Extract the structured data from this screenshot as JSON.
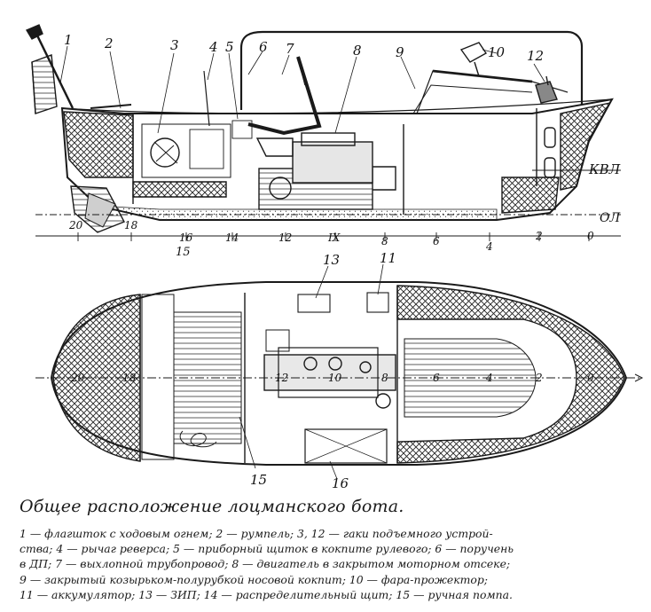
{
  "figure": {
    "callouts_side": [
      "1",
      "2",
      "3",
      "4",
      "5",
      "6",
      "7",
      "8",
      "9",
      "10",
      "12"
    ],
    "callouts_plan": [
      "13",
      "11",
      "15",
      "16"
    ],
    "frames_side": [
      "20",
      "18",
      "16",
      "14",
      "12",
      "IX",
      "8",
      "6",
      "4",
      "2",
      "0"
    ],
    "frames_plan": [
      "20",
      "18",
      "12",
      "10",
      "8",
      "6",
      "4",
      "2",
      "0"
    ],
    "waterline_label": "КВЛ",
    "baseline_label": "ОЛ",
    "stray_mark": "15"
  },
  "caption": {
    "title": "Общее расположение лоцманского бота.",
    "legend_lines": [
      "1 — флагшток с ходовым огнем; 2 — румпель; 3, 12 — гаки подъемного устрой-",
      "ства; 4 — рычаг реверса; 5 — приборный щиток в кокпите рулевого; 6 — поручень",
      "в ДП; 7 — выхлопной трубопровод; 8 — двигатель в закрытом моторном отсеке;",
      "9 — закрытый козырьком-полурубкой носовой кокпит; 10 — фара-прожектор;",
      "11 — аккумулятор; 13 — ЗИП; 14 — распределительный щит; 15 — ручная помпа."
    ]
  },
  "colors": {
    "ink": "#1a1a1a",
    "paper": "#ffffff"
  }
}
